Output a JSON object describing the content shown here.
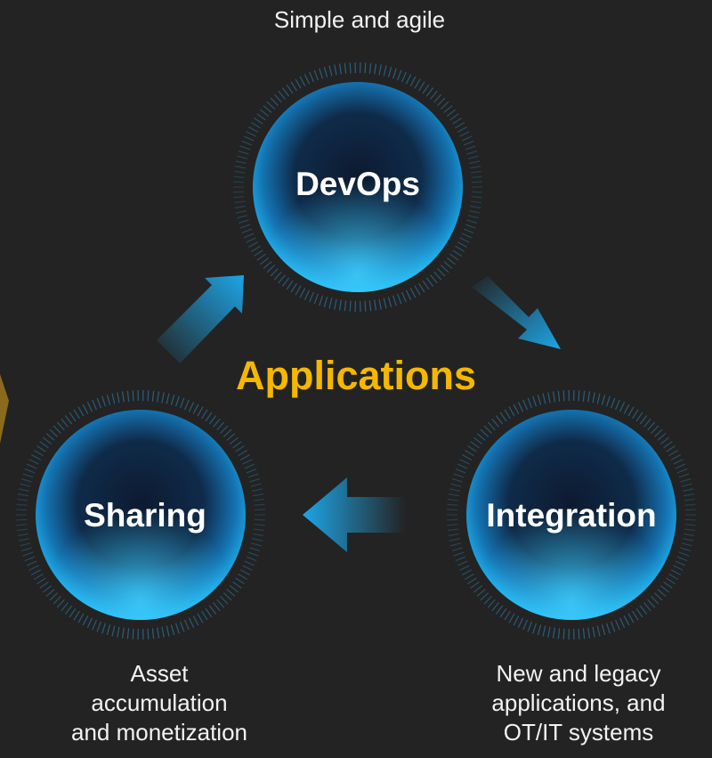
{
  "diagram": {
    "center_title": "Applications",
    "nodes": {
      "devops": {
        "label": "DevOps",
        "caption": "Simple and agile"
      },
      "integration": {
        "label": "Integration",
        "caption_lines": [
          "New and legacy",
          "applications, and",
          "OT/IT systems"
        ]
      },
      "sharing": {
        "label": "Sharing",
        "caption_lines": [
          "Asset",
          "accumulation",
          "and monetization"
        ]
      }
    }
  },
  "colors": {
    "background": "#232323",
    "accent_yellow": "#f5b800",
    "arrow_blue": "#1ea5e6",
    "orb_edge": "#1a9fe0",
    "orb_core": "#0d1a30"
  }
}
